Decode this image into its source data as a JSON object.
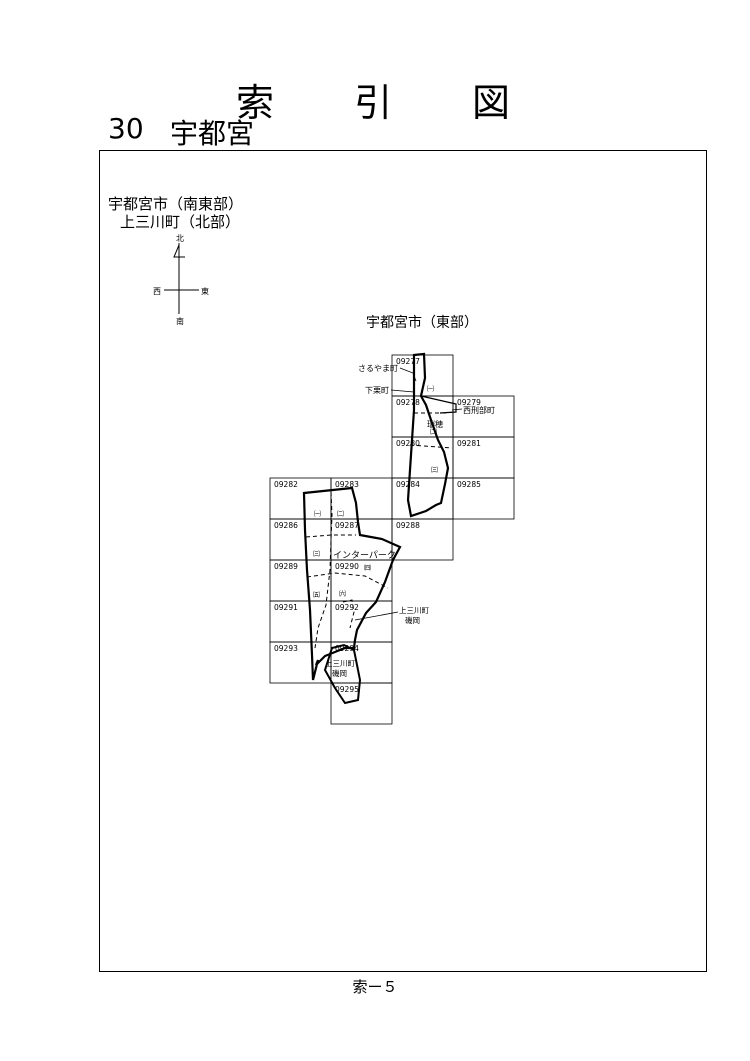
{
  "title": {
    "chars": [
      "索",
      "引",
      "図"
    ]
  },
  "sheet": {
    "number": "30",
    "name": "宇都宮"
  },
  "region_labels": {
    "top_left_line1": "宇都宮市（南東部）",
    "top_left_line2": "上三川町（北部）",
    "right": "宇都宮市（東部）"
  },
  "compass": {
    "north": "北",
    "south": "南",
    "east": "東",
    "west": "西"
  },
  "grid": {
    "cells": [
      {
        "id": "09277",
        "col": 2,
        "row": 0
      },
      {
        "id": "09278",
        "col": 2,
        "row": 1
      },
      {
        "id": "09279",
        "col": 3,
        "row": 1
      },
      {
        "id": "09280",
        "col": 2,
        "row": 2
      },
      {
        "id": "09281",
        "col": 3,
        "row": 2
      },
      {
        "id": "09282",
        "col": 0,
        "row": 3
      },
      {
        "id": "09283",
        "col": 1,
        "row": 3
      },
      {
        "id": "09284",
        "col": 2,
        "row": 3
      },
      {
        "id": "09285",
        "col": 3,
        "row": 3
      },
      {
        "id": "09286",
        "col": 0,
        "row": 4
      },
      {
        "id": "09287",
        "col": 1,
        "row": 4
      },
      {
        "id": "09288",
        "col": 2,
        "row": 4
      },
      {
        "id": "09289",
        "col": 0,
        "row": 5
      },
      {
        "id": "09290",
        "col": 1,
        "row": 5
      },
      {
        "id": "09291",
        "col": 0,
        "row": 6
      },
      {
        "id": "09292",
        "col": 1,
        "row": 6
      },
      {
        "id": "09293",
        "col": 0,
        "row": 7
      },
      {
        "id": "09294",
        "col": 1,
        "row": 7
      },
      {
        "id": "09295",
        "col": 1,
        "row": 8
      }
    ]
  },
  "place_labels": {
    "sarayama": "さるやま町",
    "shimokuri": "下栗町",
    "nishi_tokibe": "西刑部町",
    "mizuho": "瑞穂",
    "interpark": "インターパーク",
    "kaminokawa_right": "上三川町",
    "isooka_right": "磯岡",
    "kaminokawa_lower": "上三川町",
    "isooka_lower": "磯岡"
  },
  "district_marks": {
    "m1": "㈠",
    "m2": "㈡",
    "m3": "㈢",
    "m4": "㈠",
    "m5": "㈡",
    "m6": "㈢",
    "m7": "㈣",
    "m8": "㈤",
    "m9": "㈥"
  },
  "footer": {
    "page": "索ー５"
  }
}
